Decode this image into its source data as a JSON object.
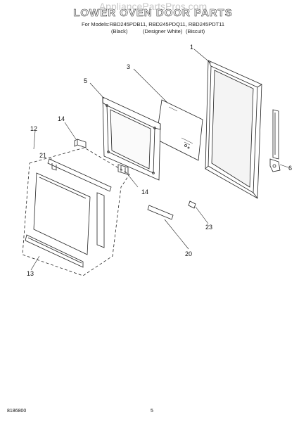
{
  "watermark": "AppliancePartsPros.com",
  "title": "LOWER OVEN DOOR PARTS",
  "models_line": "For Models:RBD245PDB11, RBD245PDQ11, RBD245PDT11",
  "variants": [
    "(Black)",
    "(Designer White)",
    "(Biscuit)"
  ],
  "callouts": {
    "c1": "1",
    "c3": "3",
    "c5": "5",
    "c6": "6",
    "c12": "12",
    "c13": "13",
    "c14a": "14",
    "c14b": "14",
    "c20": "20",
    "c21": "21",
    "c23": "23"
  },
  "footer": {
    "doc_number": "8186800",
    "page_number": "5"
  }
}
